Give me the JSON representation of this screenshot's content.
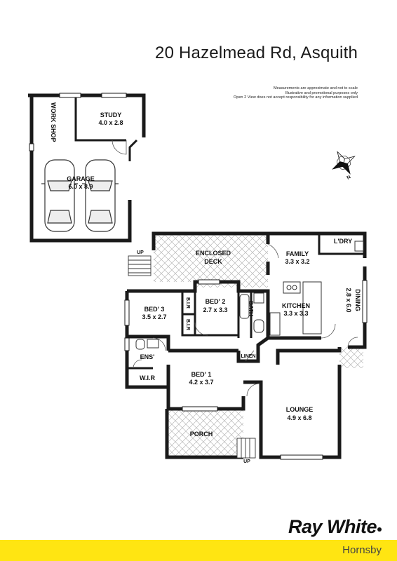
{
  "header": {
    "address": "20 Hazelmead Rd, Asquith"
  },
  "disclaimer": {
    "lines": [
      "Measurements are approximate and not to scale",
      "Illustrative and promotional purposes only",
      "Open 2 View does not accept responsibility for any information supplied"
    ]
  },
  "compass": {
    "north_label": "N"
  },
  "rooms": {
    "workshop": {
      "name": "WORK SHOP"
    },
    "study": {
      "name": "STUDY",
      "size": "4.0 x 2.8"
    },
    "garage": {
      "name": "GARAGE",
      "size": "6.0 x 8.9"
    },
    "enclosed_deck": {
      "name": "ENCLOSED",
      "name2": "DECK"
    },
    "family": {
      "name": "FAMILY",
      "size": "3.3 x 3.2"
    },
    "laundry": {
      "name": "L'DRY"
    },
    "dining": {
      "name": "DINING",
      "size": "2.8 x 6.0"
    },
    "kitchen": {
      "name": "KITCHEN",
      "size": "3.3 x 3.3"
    },
    "bed3": {
      "name": "BED' 3",
      "size": "3.5 x 2.7"
    },
    "bed2": {
      "name": "BED' 2",
      "size": "2.7 x 3.3"
    },
    "bir1": {
      "name": "B.I.R"
    },
    "bir2": {
      "name": "B.I.R"
    },
    "bath": {
      "name": "BATH"
    },
    "ensuite": {
      "name": "ENS'"
    },
    "wir": {
      "name": "W.I.R"
    },
    "linen": {
      "name": "LINEN"
    },
    "bed1": {
      "name": "BED' 1",
      "size": "4.2 x 3.7"
    },
    "lounge": {
      "name": "LOUNGE",
      "size": "4.9 x 6.8"
    },
    "porch": {
      "name": "PORCH"
    }
  },
  "stairs": {
    "up_top": "UP",
    "up_bottom": "UP"
  },
  "footer": {
    "brand": "Ray White",
    "office": "Hornsby",
    "bar_color": "#ffe512"
  }
}
